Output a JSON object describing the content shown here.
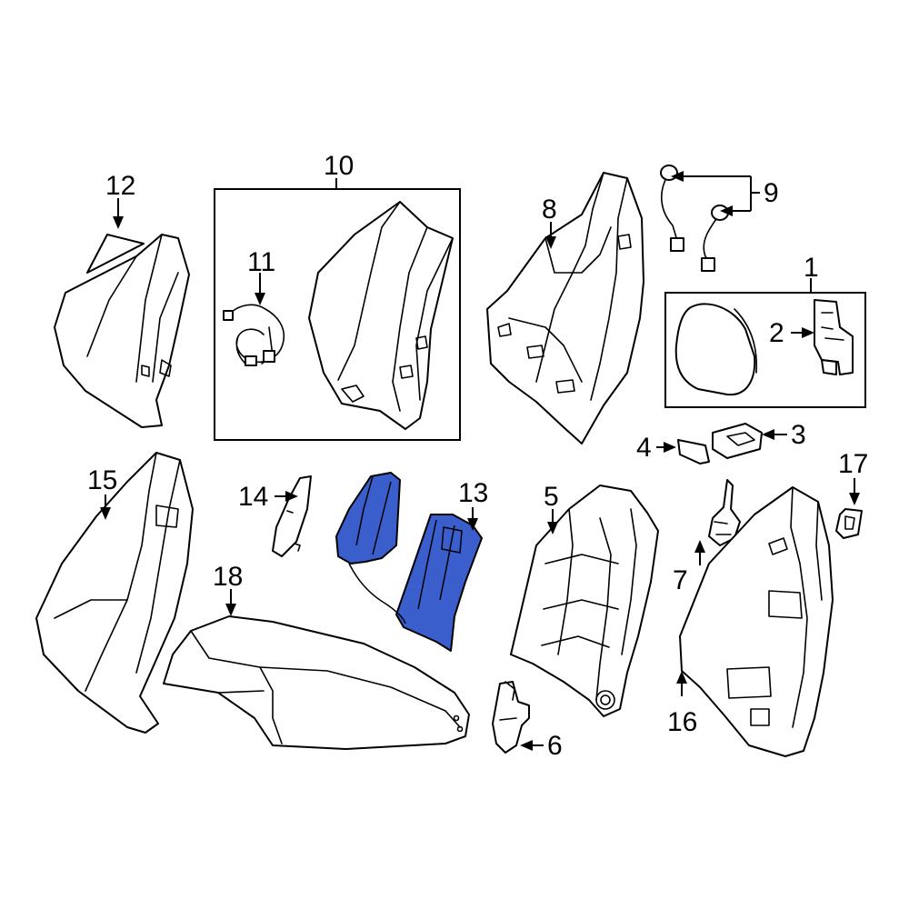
{
  "colors": {
    "highlight": "#3a5fcd",
    "line": "#000000",
    "background": "#ffffff"
  },
  "callouts": {
    "c1": "1",
    "c2": "2",
    "c3": "3",
    "c4": "4",
    "c5": "5",
    "c6": "6",
    "c7": "7",
    "c8": "8",
    "c9": "9",
    "c10": "10",
    "c11": "11",
    "c12": "12",
    "c13": "13",
    "c14": "14",
    "c15": "15",
    "c16": "16",
    "c17": "17",
    "c18": "18"
  },
  "highlighted_part": "13"
}
